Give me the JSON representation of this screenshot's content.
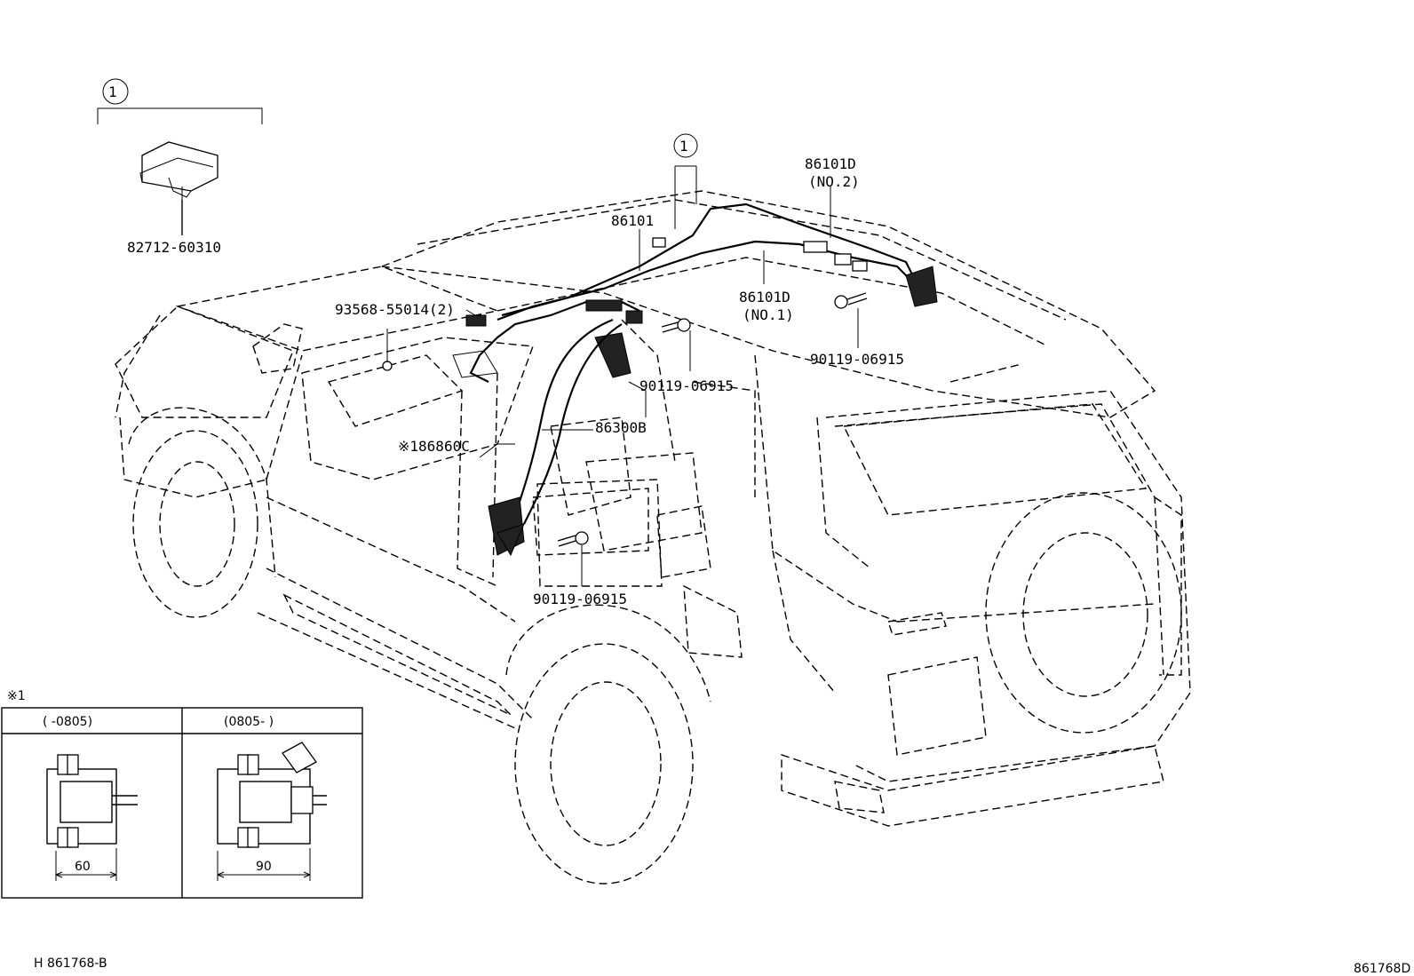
{
  "callout_symbol": "1",
  "parts": {
    "bracket": "82712-60310",
    "harness_main": "86101",
    "harness_no2": "86101D",
    "harness_no2_sub": "(NO.2)",
    "harness_no1": "86101D",
    "harness_no1_sub": "(NO.1)",
    "clip": "93568-55014(2)",
    "bolt_roof": "90119-06915",
    "bolt_dash": "90119-06915",
    "bolt_floor": "90119-06915",
    "harness_floor": "86300B",
    "module": "※186860C"
  },
  "inset": {
    "note_marker": "※1",
    "col1_header": "(     -0805)",
    "col2_header": "(0805-     )",
    "col1_dim": "60",
    "col2_dim": "90"
  },
  "footer": {
    "left_code": "H  861768-B",
    "right_code": "861768D"
  }
}
